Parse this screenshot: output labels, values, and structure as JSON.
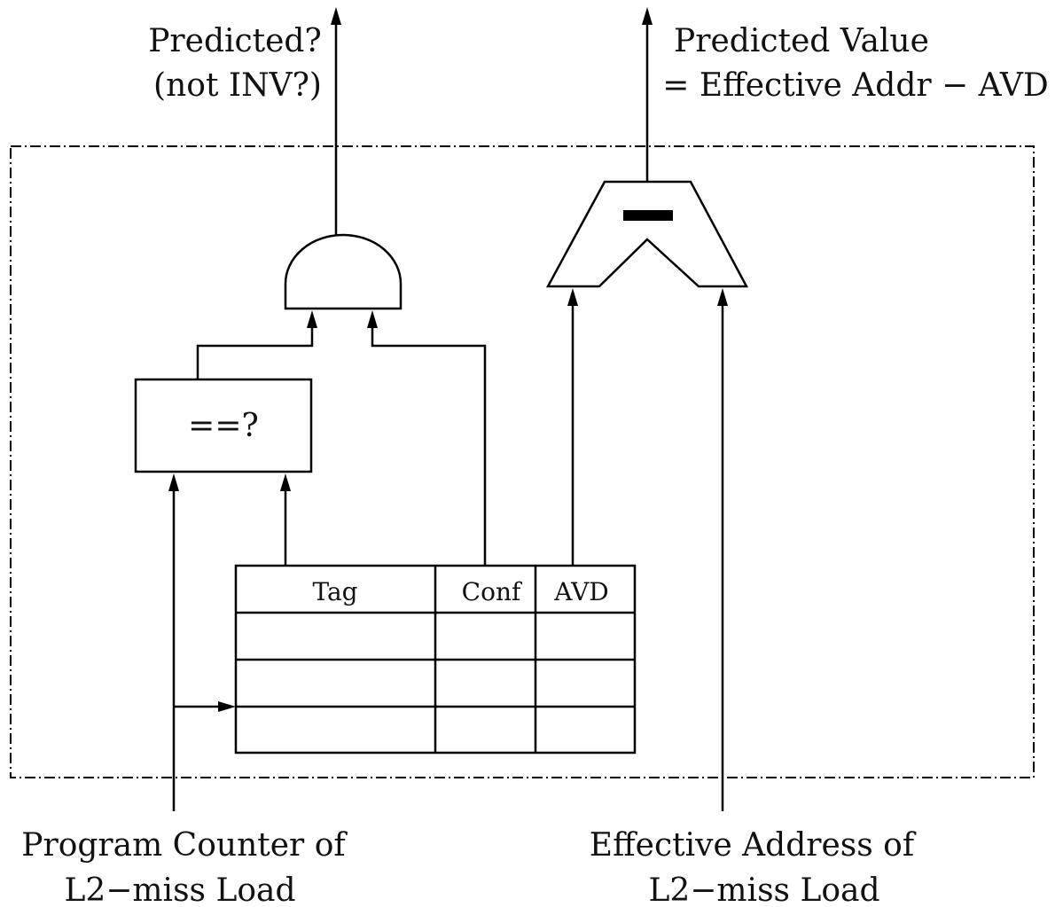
{
  "outputs": {
    "predicted_line1": "Predicted?",
    "predicted_line2": "(not INV?)",
    "value_line1": "Predicted Value",
    "value_line2": "= Effective Addr − AVD"
  },
  "comparator": {
    "label": "==?"
  },
  "subtractor": {
    "label": "—"
  },
  "table": {
    "headers": [
      "Tag",
      "Conf",
      "AVD"
    ],
    "rows": 3
  },
  "inputs": {
    "pc_line1": "Program Counter of",
    "pc_line2": "L2−miss Load",
    "ea_line1": "Effective Address of",
    "ea_line2": "L2−miss Load"
  }
}
